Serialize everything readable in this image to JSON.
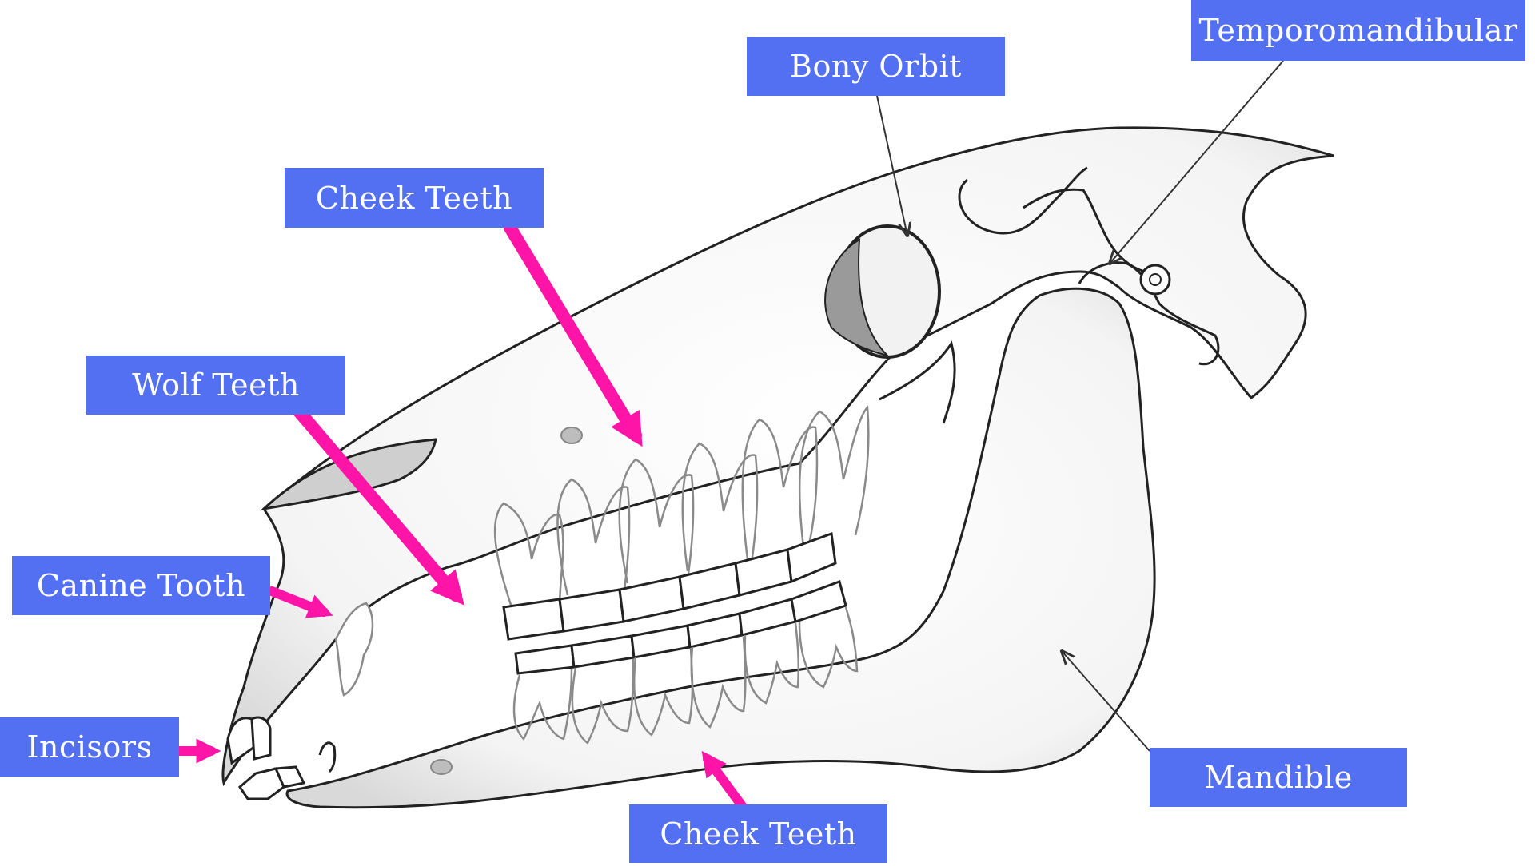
{
  "colors": {
    "label_bg": "#5470f2",
    "label_text": "#ffffff",
    "arrow_pink": "#ff14a8",
    "arrow_thin": "#333333",
    "outline": "#222222",
    "teeth": "#8a8a8a"
  },
  "labels": {
    "bony_orbit": "Bony Orbit",
    "temporomandibular": "Temporomandibular",
    "cheek_teeth_upper": "Cheek Teeth",
    "wolf_teeth": "Wolf Teeth",
    "canine_tooth": "Canine Tooth",
    "incisors": "Incisors",
    "mandible": "Mandible",
    "cheek_teeth_lower": "Cheek Teeth"
  }
}
